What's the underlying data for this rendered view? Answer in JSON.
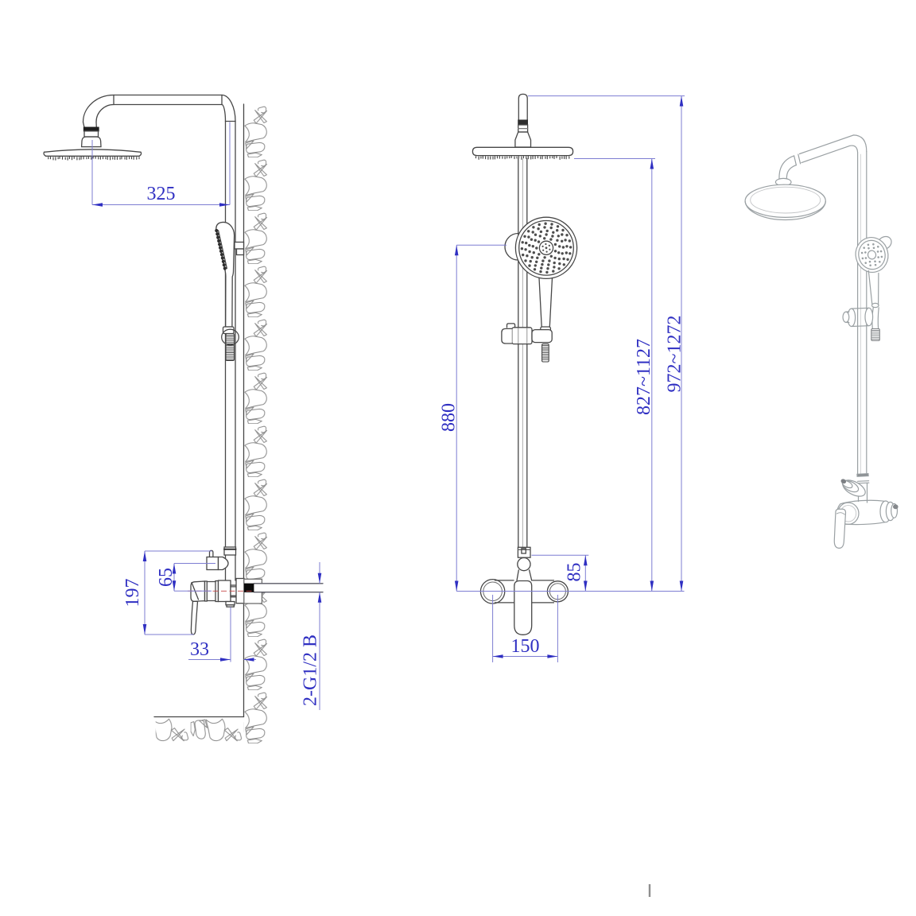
{
  "drawing": {
    "kind": "technical dimension drawing",
    "subject": "wall-mounted shower column set (rain head, hand shower, mixer)"
  },
  "colors": {
    "line": "#474747",
    "light_line": "#9aa0a3",
    "hatch": "#8f8f8f",
    "dim_text": "#2f2fc2",
    "dim_line": "#7d7dd2",
    "centerline": "#c64747",
    "solid_block": "#0d0d0d"
  },
  "dimensions": {
    "head_offset": "325",
    "mixer_height": "197",
    "diverter_offset": "65",
    "wall_clearance": "33",
    "thread_note": "2-G1/2 B",
    "slider_height": "880",
    "inlet_drop": "85",
    "inlet_spacing": "150",
    "range_head": "827~1127",
    "range_total": "972~1272"
  }
}
